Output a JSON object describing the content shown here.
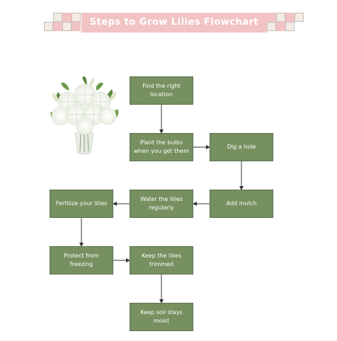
{
  "title": "Steps to Grow Lilies Flowchart",
  "colors": {
    "banner_pink": "#f2c3c3",
    "node_fill": "#76905f",
    "node_border": "#5b7049",
    "node_text": "#ffffff",
    "connector": "#333333"
  },
  "illustration": "white-lilies-in-vase",
  "steps": [
    {
      "id": "find_location",
      "label": "Find the right location"
    },
    {
      "id": "plant_bulbs",
      "label": "Plant the bulbs when you get them"
    },
    {
      "id": "dig_hole",
      "label": "Dig a hole"
    },
    {
      "id": "add_mulch",
      "label": "Add mulch"
    },
    {
      "id": "water_lilies",
      "label": "Water the lilies regularly"
    },
    {
      "id": "fertilize",
      "label": "Fertilize your lilies"
    },
    {
      "id": "protect",
      "label": "Protect from freezing"
    },
    {
      "id": "trim",
      "label": "Keep the lilies trimmed"
    },
    {
      "id": "soil_moist",
      "label": "Keep soil stays moist"
    }
  ],
  "edges": [
    {
      "from": "find_location",
      "to": "plant_bulbs"
    },
    {
      "from": "plant_bulbs",
      "to": "dig_hole"
    },
    {
      "from": "dig_hole",
      "to": "add_mulch"
    },
    {
      "from": "add_mulch",
      "to": "water_lilies"
    },
    {
      "from": "water_lilies",
      "to": "fertilize"
    },
    {
      "from": "fertilize",
      "to": "protect"
    },
    {
      "from": "protect",
      "to": "trim"
    },
    {
      "from": "trim",
      "to": "soil_moist"
    }
  ]
}
